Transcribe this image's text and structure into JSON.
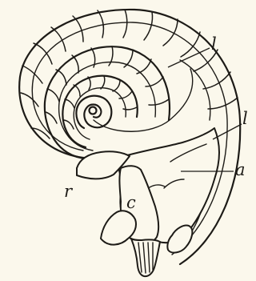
{
  "labels": {
    "l_upper": "l",
    "l_lower": "l",
    "a": "a",
    "r": "r",
    "c": "c"
  }
}
